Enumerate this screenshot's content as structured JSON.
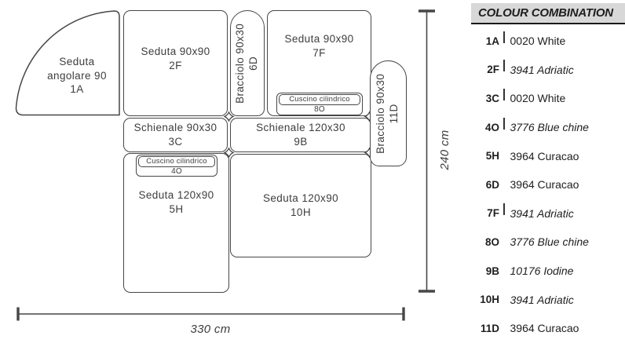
{
  "diagram": {
    "corner": {
      "label": "Seduta angolare 90",
      "code": "1A"
    },
    "seduta_2f": {
      "label": "Seduta 90x90",
      "code": "2F"
    },
    "bracciolo_6d": {
      "label": "Bracciolo 90x30",
      "code": "6D"
    },
    "seduta_7f": {
      "label": "Seduta 90x90",
      "code": "7F"
    },
    "cuscino_8o": {
      "label": "Cuscino cilindrico",
      "code": "8O"
    },
    "bracciolo_11d": {
      "label": "Bracciolo 90x30",
      "code": "11D"
    },
    "schienale_3c": {
      "label": "Schienale 90x30",
      "code": "3C"
    },
    "schienale_9b": {
      "label": "Schienale 120x30",
      "code": "9B"
    },
    "cuscino_4o": {
      "label": "Cuscino cilindrico",
      "code": "4O"
    },
    "seduta_5h": {
      "label": "Seduta 120x90",
      "code": "5H"
    },
    "seduta_10h": {
      "label": "Seduta 120x90",
      "code": "10H"
    },
    "dim_height": "240 cm",
    "dim_width": "330 cm"
  },
  "panel": {
    "title": "COLOUR COMBINATION",
    "rows": [
      {
        "code": "1A",
        "colour": "0020 White",
        "italic": false,
        "tick": true
      },
      {
        "code": "2F",
        "colour": "3941 Adriatic",
        "italic": true,
        "tick": true
      },
      {
        "code": "3C",
        "colour": "0020 White",
        "italic": false,
        "tick": true
      },
      {
        "code": "4O",
        "colour": "3776 Blue chine",
        "italic": true,
        "tick": true
      },
      {
        "code": "5H",
        "colour": "3964 Curacao",
        "italic": false,
        "tick": false
      },
      {
        "code": "6D",
        "colour": "3964 Curacao",
        "italic": false,
        "tick": false
      },
      {
        "code": "7F",
        "colour": "3941 Adriatic",
        "italic": true,
        "tick": true
      },
      {
        "code": "8O",
        "colour": "3776 Blue chine",
        "italic": true,
        "tick": false
      },
      {
        "code": "9B",
        "colour": "10176 Iodine",
        "italic": true,
        "tick": false
      },
      {
        "code": "10H",
        "colour": "3941 Adriatic",
        "italic": true,
        "tick": false
      },
      {
        "code": "11D",
        "colour": "3964 Curacao",
        "italic": false,
        "tick": false
      }
    ]
  },
  "colors": {
    "outline": "#474747",
    "diagram_text": "#3d3d3d",
    "panel_header_bg": "#d8d8d8",
    "panel_text": "#1e1e1e"
  }
}
